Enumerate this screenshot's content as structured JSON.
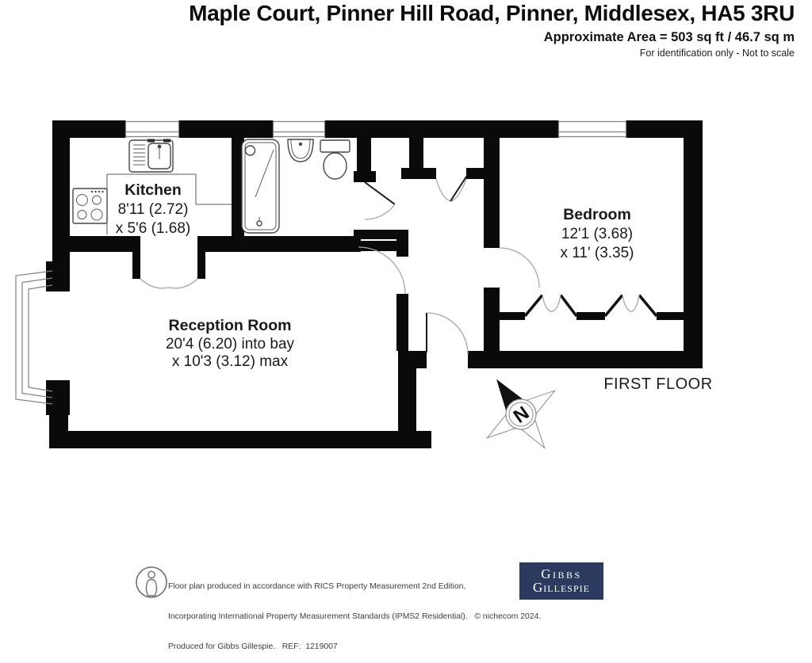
{
  "header": {
    "title": "Maple Court, Pinner Hill Road, Pinner, Middlesex, HA5 3RU",
    "area": "Approximate Area = 503 sq ft / 46.7 sq m",
    "note": "For identification only - Not to scale"
  },
  "plan": {
    "floor_label": "FIRST FLOOR",
    "compass_label": "N",
    "rooms": {
      "kitchen": {
        "name": "Kitchen",
        "dim1": "8'11 (2.72)",
        "dim2": "x 5'6 (1.68)"
      },
      "bedroom": {
        "name": "Bedroom",
        "dim1": "12'1 (3.68)",
        "dim2": "x 11' (3.35)"
      },
      "reception": {
        "name": "Reception Room",
        "dim1": "20'4 (6.20) into bay",
        "dim2": "x 10'3 (3.12) max"
      }
    }
  },
  "footer": {
    "line1": "Floor plan produced in accordance with RICS Property Measurement 2nd Edition,",
    "line2": "Incorporating International Property Measurement Standards (IPMS2 Residential).   © nichecom 2024.",
    "line3": "Produced for Gibbs Gillespie.   REF:  1219007",
    "logo": {
      "line1": "Gibbs",
      "line2": "Gillespie"
    }
  },
  "colors": {
    "wall": "#0a0a0a",
    "door_arc": "#a6a6a6",
    "fixture_line": "#474747",
    "window_line": "#828282",
    "logo_bg": "#2b3a5e",
    "text": "#1c1c1c"
  }
}
